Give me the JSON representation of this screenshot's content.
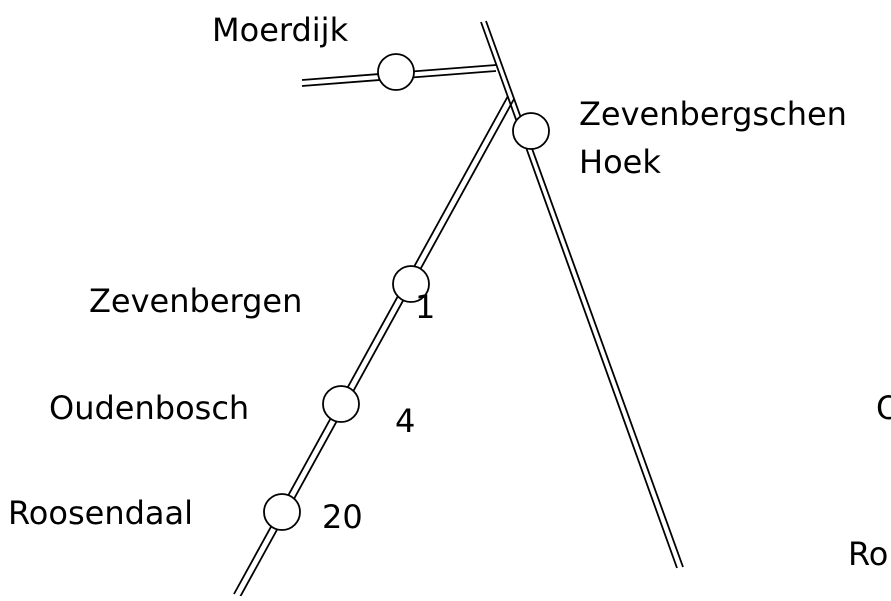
{
  "map": {
    "stations": [
      {
        "id": "moerdijk",
        "name": "Moerdijk"
      },
      {
        "id": "zevenbergschen-hoek",
        "name": "Zevenbergschen",
        "name_line2": "Hoek"
      },
      {
        "id": "zevenbergen",
        "name": "Zevenbergen",
        "value": "1"
      },
      {
        "id": "oudenbosch",
        "name": "Oudenbosch",
        "value": "4"
      },
      {
        "id": "roosendaal",
        "name": "Roosendaal",
        "value": "20"
      }
    ],
    "clipped_labels": [
      "O",
      "Ro"
    ],
    "colors": {
      "line": "#000000",
      "background": "#ffffff",
      "station_fill": "#ffffff"
    }
  }
}
